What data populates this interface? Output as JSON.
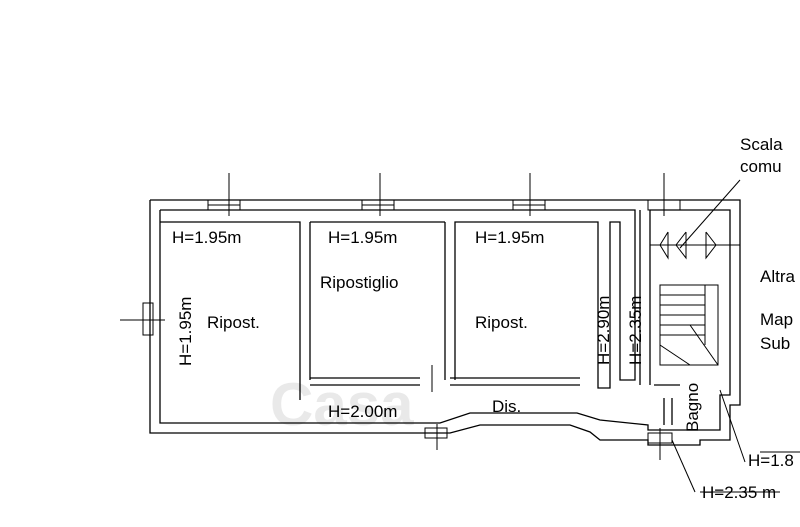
{
  "labels": {
    "scala_line1": "Scala",
    "scala_line2": "comu",
    "altra": "Altra",
    "mappa": "Map",
    "sub": "Sub",
    "room1_height": "H=1.95m",
    "room2_height": "H=1.95m",
    "room3_height": "H=1.95m",
    "room1_side_height": "H=1.95m",
    "room1_name": "Ripost.",
    "room2_name": "Ripostiglio",
    "room3_name": "Ripost.",
    "niche1_height": "H=2.90m",
    "niche2_height": "H=2.35m",
    "corridor_height": "H=2.00m",
    "corridor_name": "Dis.",
    "bath_name": "Bagno",
    "bottom_right_height": "H=1.8",
    "bottom_height": "H=2.35 m"
  },
  "watermark": "Casa"
}
